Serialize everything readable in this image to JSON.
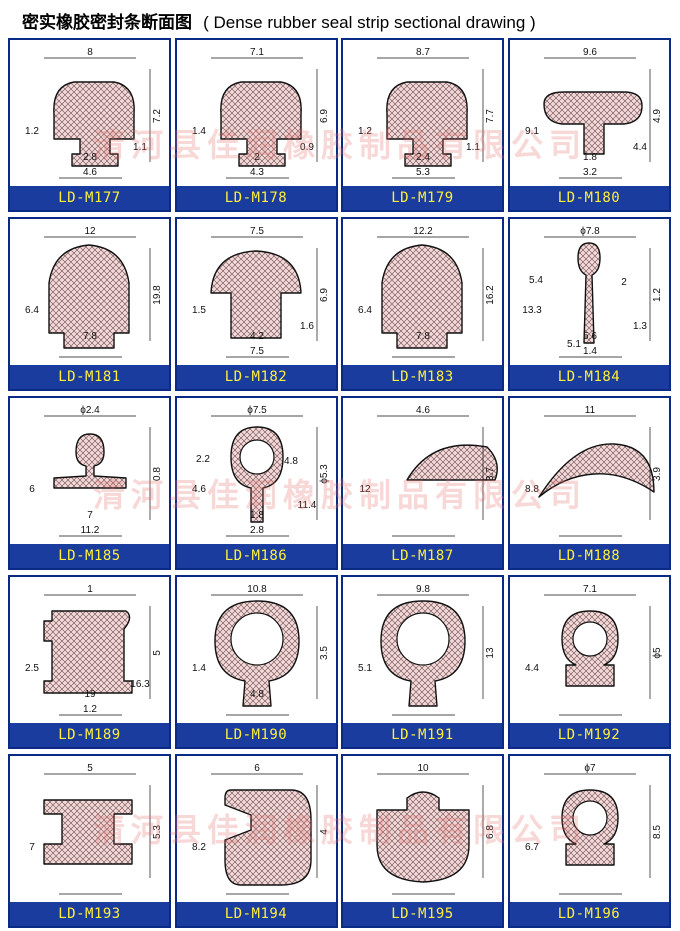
{
  "title": {
    "cn": "密实橡胶密封条断面图",
    "en": "( Dense rubber seal strip sectional drawing )"
  },
  "watermark": "清河县佳润橡胶制品有限公司",
  "colors": {
    "border": "#0a2a86",
    "label_bg": "#1a3c9e",
    "label_text": "#ffef3a",
    "hatch_fill": "#f2d8d8"
  },
  "items": [
    {
      "code": "LD-M177",
      "shape": "bulb",
      "dims": [
        "8",
        "7.2",
        "1.2",
        "2.8",
        "4.6",
        "1.1"
      ]
    },
    {
      "code": "LD-M178",
      "shape": "bulb",
      "dims": [
        "7.1",
        "6.9",
        "1.4",
        "2",
        "4.3",
        "0.9"
      ]
    },
    {
      "code": "LD-M179",
      "shape": "bulb",
      "dims": [
        "8.7",
        "7.7",
        "1.2",
        "2.4",
        "5.3",
        "1.1"
      ]
    },
    {
      "code": "LD-M180",
      "shape": "tee",
      "dims": [
        "9.6",
        "4.9",
        "9.1",
        "1.8",
        "3.2",
        "4.4"
      ]
    },
    {
      "code": "LD-M181",
      "shape": "dome",
      "dims": [
        "12",
        "19.8",
        "6.4",
        "7.8"
      ]
    },
    {
      "code": "LD-M182",
      "shape": "mushroom",
      "dims": [
        "7.5",
        "6.9",
        "1.5",
        "4.2",
        "7.5",
        "1.6"
      ]
    },
    {
      "code": "LD-M183",
      "shape": "dome",
      "dims": [
        "12.2",
        "16.2",
        "6.4",
        "7.8"
      ]
    },
    {
      "code": "LD-M184",
      "shape": "fork",
      "dims": [
        "ϕ7.8",
        "1.2",
        "13.3",
        "5.6",
        "1.4",
        "1.3",
        "5.4",
        "2",
        "5.1"
      ]
    },
    {
      "code": "LD-M185",
      "shape": "ballstem",
      "dims": [
        "ϕ2.4",
        "0.8",
        "6",
        "7",
        "11.2"
      ]
    },
    {
      "code": "LD-M186",
      "shape": "ringstem",
      "dims": [
        "ϕ7.5",
        "ϕ5.3",
        "4.6",
        "1.8",
        "2.8",
        "11.4",
        "2.2",
        "4.8"
      ]
    },
    {
      "code": "LD-M187",
      "shape": "halfmoon",
      "dims": [
        "4.6",
        "3.7",
        "12"
      ]
    },
    {
      "code": "LD-M188",
      "shape": "crescent",
      "dims": [
        "11",
        "3.9",
        "8.8"
      ]
    },
    {
      "code": "LD-M189",
      "shape": "channel",
      "dims": [
        "1",
        "5",
        "2.5",
        "19",
        "1.2",
        "16.3"
      ]
    },
    {
      "code": "LD-M190",
      "shape": "ring",
      "dims": [
        "10.8",
        "3.5",
        "1.4",
        "4.8"
      ]
    },
    {
      "code": "LD-M191",
      "shape": "ring",
      "dims": [
        "9.8",
        "13",
        "5.1"
      ]
    },
    {
      "code": "LD-M192",
      "shape": "bulbbase",
      "dims": [
        "7.1",
        "ϕ5",
        "4.4"
      ]
    },
    {
      "code": "LD-M193",
      "shape": "ibeam",
      "dims": [
        "5",
        "5.3",
        "7"
      ]
    },
    {
      "code": "LD-M194",
      "shape": "dshape",
      "dims": [
        "6",
        "4",
        "8.2"
      ]
    },
    {
      "code": "LD-M195",
      "shape": "cup",
      "dims": [
        "10",
        "6.8"
      ]
    },
    {
      "code": "LD-M196",
      "shape": "bulbbase",
      "dims": [
        "ϕ7",
        "8.5",
        "6.7"
      ]
    }
  ]
}
